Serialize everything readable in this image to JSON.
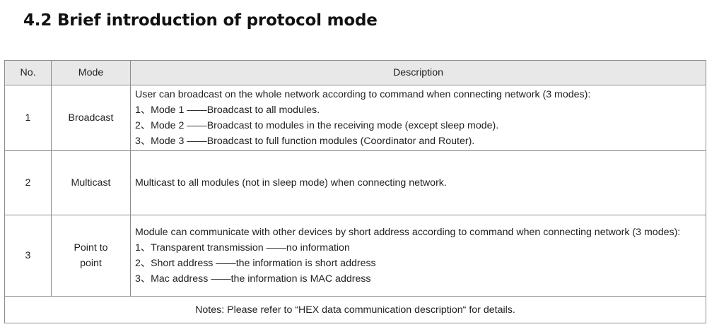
{
  "section": {
    "title": "4.2 Brief introduction of protocol mode"
  },
  "table": {
    "headers": [
      "No.",
      "Mode",
      "Description"
    ],
    "rows": [
      {
        "no": "1",
        "mode": "Broadcast",
        "description": [
          "User can broadcast on the whole network according to command when connecting network (3 modes):",
          "1、Mode 1 ——Broadcast to all modules.",
          "2、Mode 2 ——Broadcast to modules in the receiving mode (except sleep mode).",
          "3、Mode 3 ——Broadcast to full function modules (Coordinator and Router)."
        ]
      },
      {
        "no": "2",
        "mode": "Multicast",
        "description": [
          "Multicast to all modules (not in sleep mode) when connecting network."
        ]
      },
      {
        "no": "3",
        "mode": "Point to point",
        "description": [
          "Module can communicate with other devices by short address according to command when connecting network (3 modes):",
          "1、Transparent transmission ——no information",
          "2、Short address ——the information is short address",
          "3、Mac address ——the information is MAC address"
        ]
      }
    ],
    "notes": "Notes: Please refer to “HEX data communication description“ for details."
  }
}
